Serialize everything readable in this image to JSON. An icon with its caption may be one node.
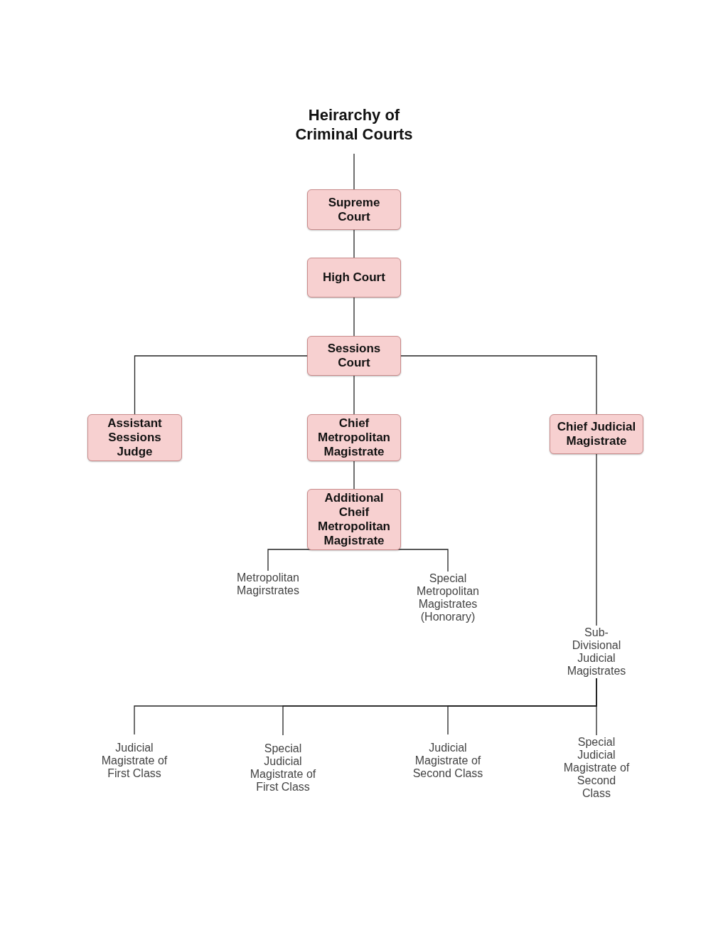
{
  "diagram": {
    "nodes": [
      {
        "text": [
          "Heirarchy of Criminal Courts"
        ]
      },
      {
        "text": [
          "Supreme Court"
        ]
      },
      {
        "text": [
          "High Court"
        ]
      },
      {
        "text": [
          "Sessions Court"
        ]
      },
      {
        "text": [
          "Assistant Sessions Judge"
        ]
      },
      {
        "text": [
          "Chief Metropolitan Magistrate"
        ]
      },
      {
        "text": [
          "Chief Judicial Magistrate"
        ]
      },
      {
        "text": [
          "Additional Cheif Metropolitan Magistrate"
        ]
      },
      {
        "text": [
          "Metropolitan Magirstrates"
        ]
      },
      {
        "text": [
          "Special Metropolitan Magistrates (Honorary)"
        ]
      },
      {
        "text": [
          "Sub- Divisional Judicial Magistrates"
        ]
      },
      {
        "text": [
          "Judicial Magistrate of First Class"
        ]
      },
      {
        "text": [
          "Special Judicial Magistrate of First Class"
        ]
      },
      {
        "text": [
          "Judicial Magistrate of Second Class"
        ]
      },
      {
        "text": [
          "Special Judicial Magistrate of Second Class"
        ]
      }
    ],
    "edges": [
      {
        "from": 0,
        "to": 1,
        "arrow": "none"
      },
      {
        "from": 1,
        "to": 2,
        "arrow": "none"
      },
      {
        "from": 2,
        "to": 3,
        "arrow": "none"
      },
      {
        "from": 3,
        "to": 4,
        "arrow": "none"
      },
      {
        "from": 3,
        "to": 5,
        "arrow": "none"
      },
      {
        "from": 3,
        "to": 6,
        "arrow": "none"
      },
      {
        "from": 5,
        "to": 7,
        "arrow": "none"
      },
      {
        "from": 7,
        "to": 8,
        "arrow": "none"
      },
      {
        "from": 7,
        "to": 9,
        "arrow": "none"
      },
      {
        "from": 6,
        "to": 10,
        "arrow": "none"
      },
      {
        "from": 10,
        "to": 11,
        "arrow": "none"
      },
      {
        "from": 10,
        "to": 12,
        "arrow": "none"
      },
      {
        "from": 10,
        "to": 13,
        "arrow": "none"
      },
      {
        "from": 10,
        "to": 14,
        "arrow": "none"
      }
    ]
  }
}
